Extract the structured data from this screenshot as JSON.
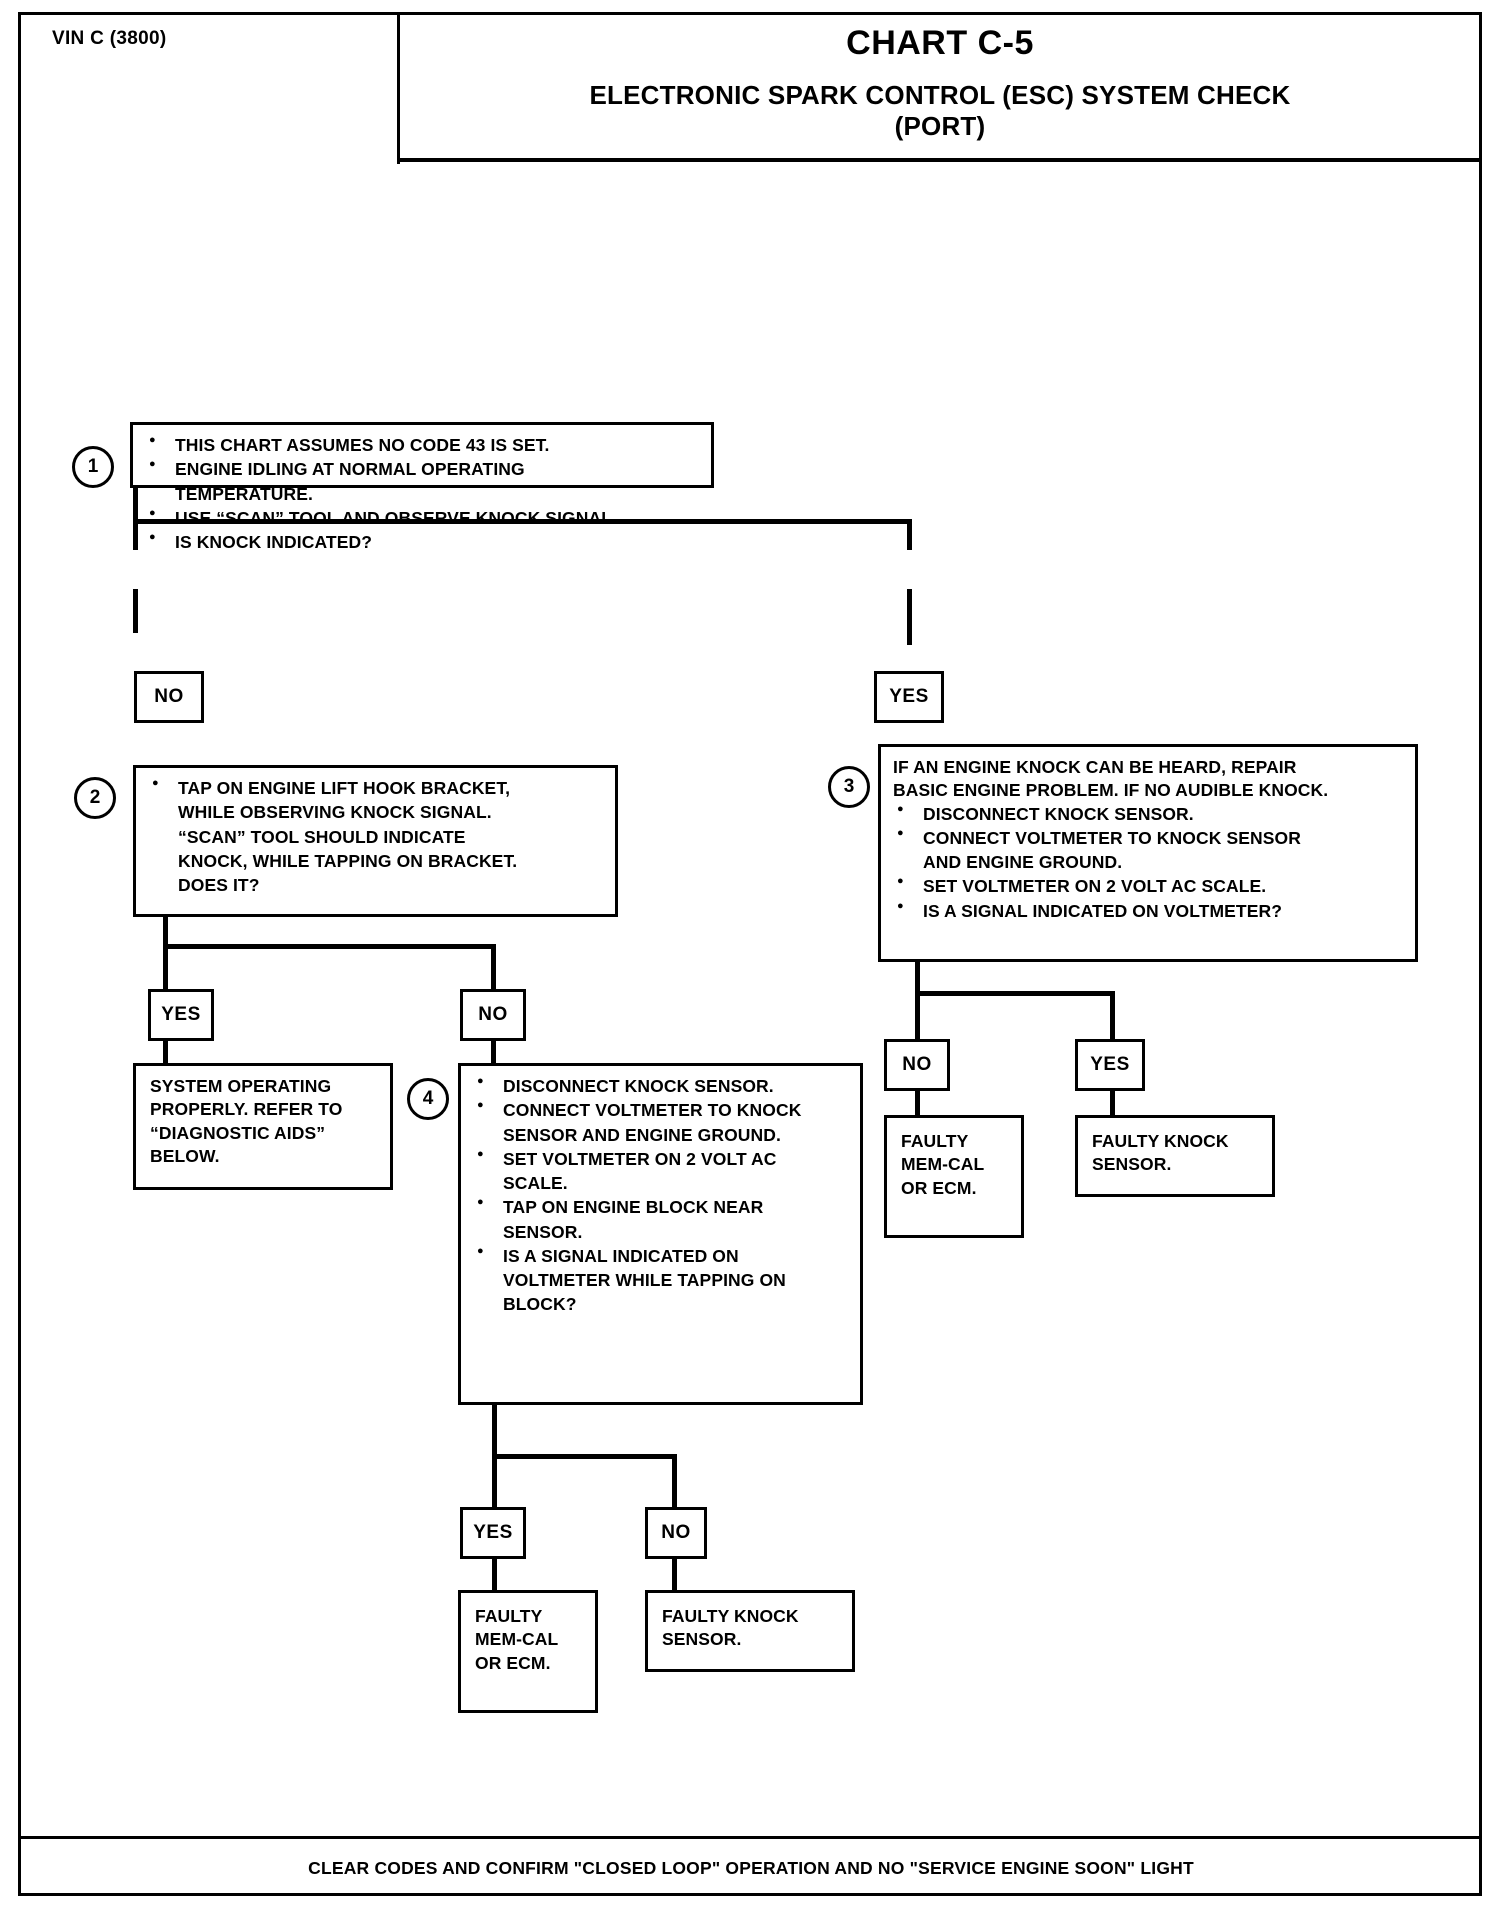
{
  "header": {
    "vin": "VIN C (3800)",
    "chart_number": "CHART C-5",
    "chart_title_line1": "ELECTRONIC SPARK CONTROL (ESC) SYSTEM CHECK",
    "chart_title_line2": "(PORT)"
  },
  "steps": {
    "s1": {
      "number": "1",
      "bullets": [
        "THIS CHART ASSUMES NO CODE 43 IS SET.",
        " ENGINE IDLING AT NORMAL OPERATING",
        "TEMPERATURE.",
        "USE “SCAN” TOOL AND OBSERVE KNOCK SIGNAL.",
        "IS KNOCK INDICATED?"
      ]
    },
    "s2": {
      "number": "2",
      "bullets": [
        "TAP ON ENGINE LIFT HOOK BRACKET,",
        "WHILE OBSERVING KNOCK SIGNAL.",
        "“SCAN” TOOL SHOULD INDICATE",
        "KNOCK, WHILE TAPPING ON BRACKET.",
        "DOES IT?"
      ]
    },
    "s3": {
      "number": "3",
      "lead1": "IF AN ENGINE KNOCK CAN BE HEARD, REPAIR",
      "lead2": "BASIC ENGINE PROBLEM.  IF NO AUDIBLE KNOCK.",
      "bullets": [
        "DISCONNECT KNOCK SENSOR.",
        "CONNECT VOLTMETER TO KNOCK SENSOR",
        "AND ENGINE GROUND.",
        "SET VOLTMETER ON 2 VOLT AC SCALE.",
        "IS A SIGNAL INDICATED ON VOLTMETER?"
      ]
    },
    "s4": {
      "number": "4",
      "bullets": [
        "DISCONNECT KNOCK SENSOR.",
        "CONNECT VOLTMETER TO KNOCK",
        "SENSOR AND ENGINE GROUND.",
        "SET VOLTMETER ON 2 VOLT AC",
        "SCALE.",
        "TAP ON ENGINE BLOCK NEAR",
        "SENSOR.",
        "IS A SIGNAL INDICATED ON",
        "VOLTMETER WHILE TAPPING ON",
        "BLOCK?"
      ]
    }
  },
  "decisions": {
    "d1_no": "NO",
    "d1_yes": "YES",
    "d2_yes": "YES",
    "d2_no": "NO",
    "d3_no": "NO",
    "d3_yes": "YES",
    "d4_yes": "YES",
    "d4_no": "NO"
  },
  "results": {
    "system_ok": [
      "SYSTEM OPERATING",
      "PROPERLY.  REFER TO",
      "“DIAGNOSTIC AIDS”",
      "BELOW."
    ],
    "faulty_memcal_right": [
      "FAULTY",
      "MEM-CAL",
      "OR ECM."
    ],
    "faulty_knock_right": [
      "FAULTY KNOCK",
      "SENSOR."
    ],
    "faulty_memcal_bottom": [
      "FAULTY",
      "MEM-CAL",
      "OR ECM."
    ],
    "faulty_knock_bottom": [
      "FAULTY KNOCK",
      "SENSOR."
    ]
  },
  "footer": {
    "note": "CLEAR CODES AND CONFIRM \"CLOSED LOOP\" OPERATION AND NO  \"SERVICE ENGINE SOON\"  LIGHT"
  },
  "colors": {
    "ink": "#000000",
    "paper": "#ffffff"
  }
}
